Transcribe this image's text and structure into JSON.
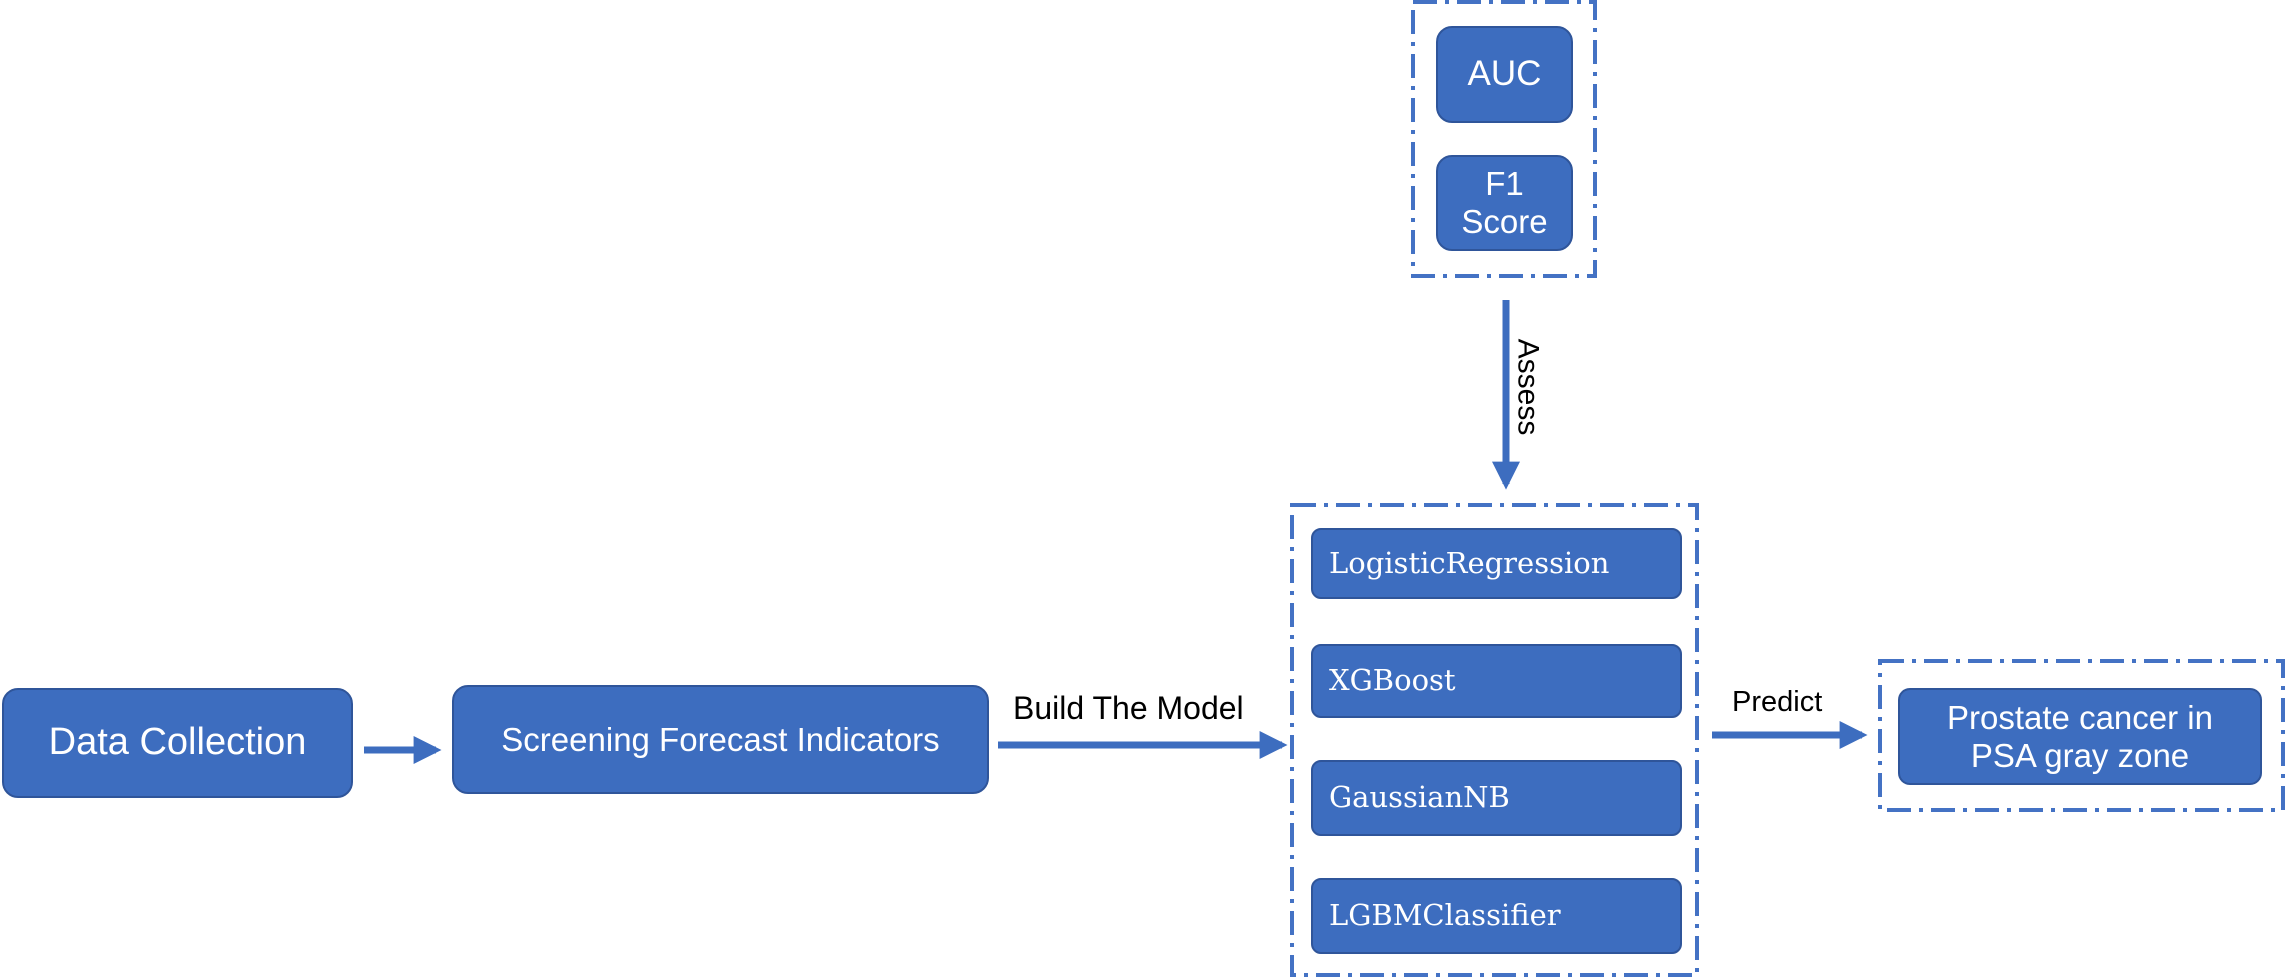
{
  "nodes": {
    "data_collection": "Data Collection",
    "screening": "Screening Forecast Indicators",
    "result_line1": "Prostate cancer in",
    "result_line2": "PSA gray zone"
  },
  "metrics": {
    "auc": "AUC",
    "f1_line1": "F1",
    "f1_line2": "Score"
  },
  "models": [
    "LogisticRegression",
    "XGBoost",
    "GaussianNB",
    "LGBMClassifier"
  ],
  "edges": {
    "build": "Build The Model",
    "predict": "Predict",
    "assess": "Assess"
  },
  "colors": {
    "box_fill": "#3d6dbf",
    "box_border": "#2f559a",
    "dash": "#4472c4"
  }
}
